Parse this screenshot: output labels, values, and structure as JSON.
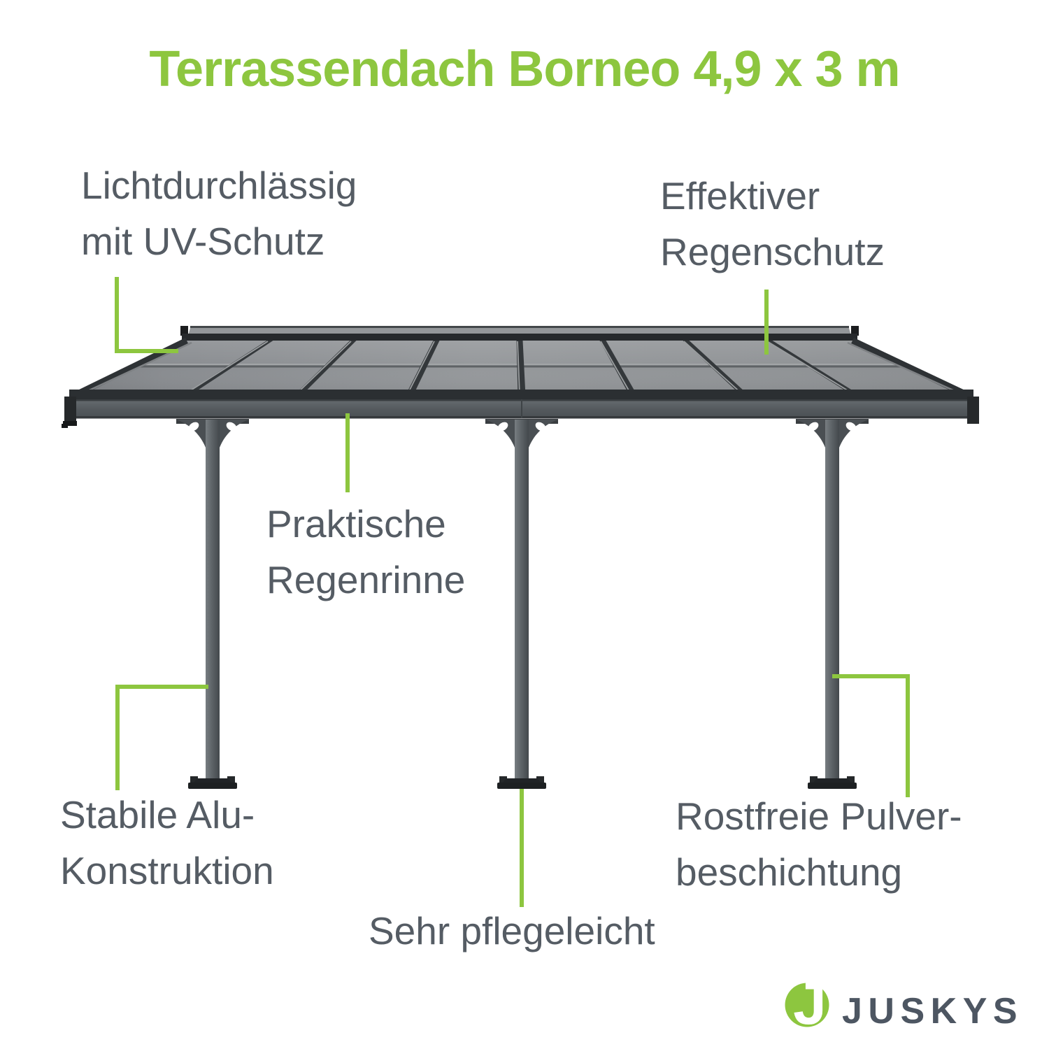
{
  "title": "Terrassendach Borneo 4,9 x 3 m",
  "theme": {
    "brand-green": "#8DC63F",
    "text-slate": "#555C64",
    "logo-slate": "#4D5662"
  },
  "callouts": [
    {
      "id": "uv",
      "label": "Lichtdurchlässig\nmit UV-Schutz"
    },
    {
      "id": "regenschutz",
      "label": "Effektiver\nRegenschutz"
    },
    {
      "id": "regenrinne",
      "label": "Praktische\nRegenrinne"
    },
    {
      "id": "alu",
      "label": "Stabile Alu-\nKonstruktion"
    },
    {
      "id": "pulver",
      "label": "Rostfreie Pulver-\nbeschichtung"
    },
    {
      "id": "pflege",
      "label": "Sehr pflegeleicht"
    }
  ],
  "logo": {
    "monogram": "J",
    "wordmark": "JUSKYS"
  }
}
